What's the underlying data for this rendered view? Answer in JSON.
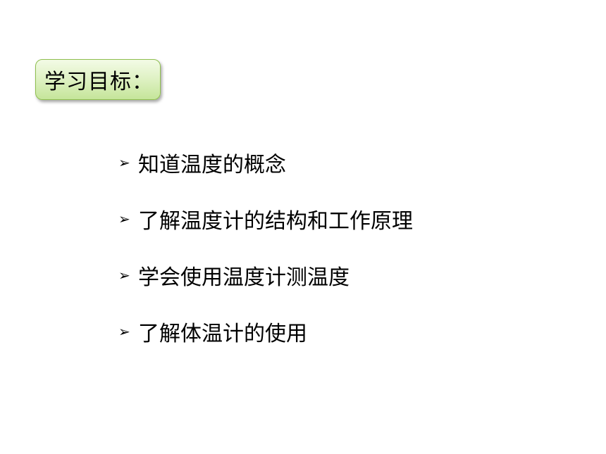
{
  "slide": {
    "title": "学习目标：",
    "bullet_icon": "arrow-bullet-icon",
    "bullets": [
      "知道温度的概念",
      "了解温度计的结构和工作原理",
      "学会使用温度计测温度",
      "了解体温计的使用"
    ]
  },
  "colors": {
    "title_box_fill": "#d4ecb0",
    "title_box_border": "#8fbf4f"
  }
}
